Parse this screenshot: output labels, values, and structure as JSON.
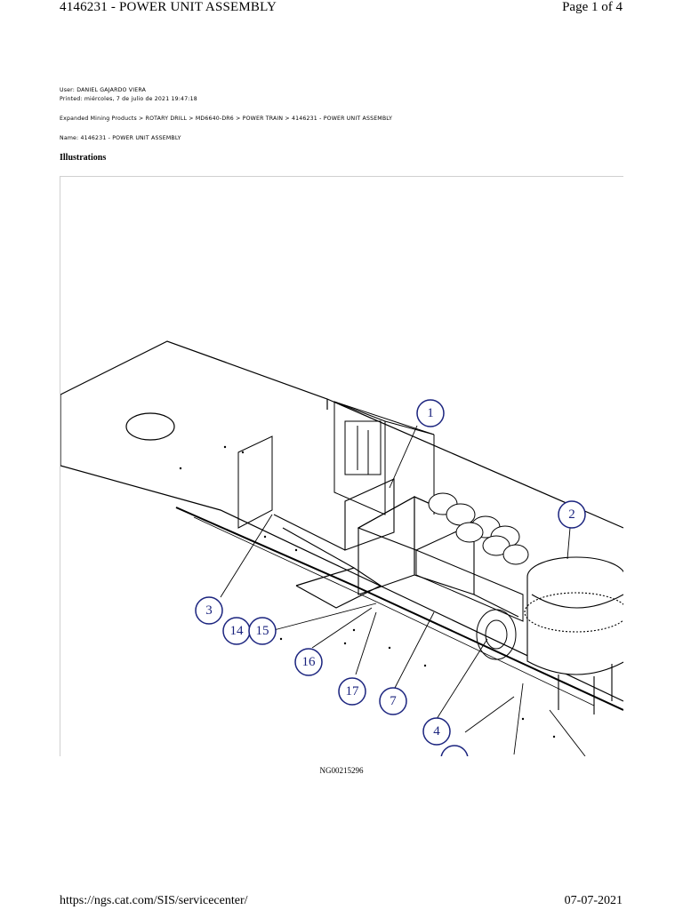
{
  "header": {
    "title": "4146231 - POWER UNIT ASSEMBLY",
    "page": "Page 1 of 4"
  },
  "meta": {
    "user": "User: DANIEL GAJARDO VIERA",
    "printed": "Printed: miércoles, 7 de julio de 2021 19:47:18",
    "breadcrumb": "Expanded Mining Products > ROTARY DRILL > MD6640-DR6 > POWER TRAIN > 4146231 - POWER UNIT ASSEMBLY",
    "name": "Name: 4146231 - POWER UNIT ASSEMBLY"
  },
  "section": {
    "heading": "Illustrations"
  },
  "illustration": {
    "figure_id": "NG00215296",
    "callouts": [
      "1",
      "2",
      "3",
      "14",
      "15",
      "16",
      "17",
      "7",
      "4"
    ],
    "callout_color": "#1a237e"
  },
  "footer": {
    "url": "https://ngs.cat.com/SIS/servicecenter/",
    "date": "07-07-2021"
  }
}
